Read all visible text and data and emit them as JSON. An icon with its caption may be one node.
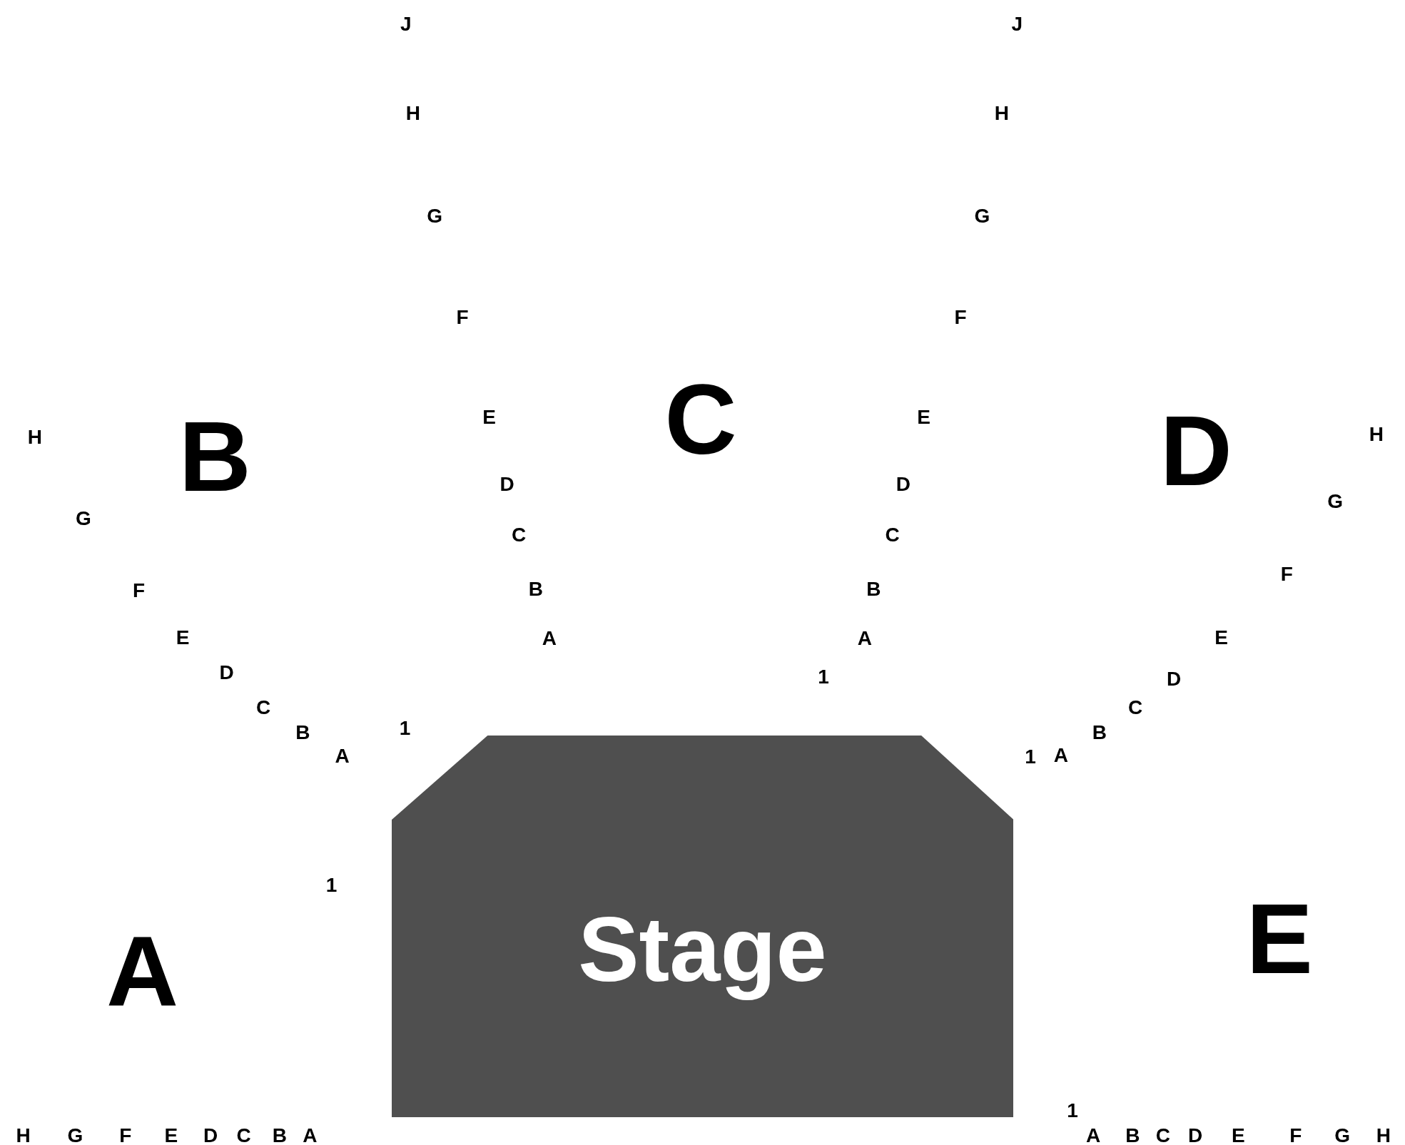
{
  "diagram": {
    "nodes": [
      {
        "text": [
          "Stage"
        ]
      }
    ],
    "labels": [
      "J",
      "J",
      "H",
      "H",
      "G",
      "G",
      "F",
      "F",
      "E",
      "C",
      "E",
      "H",
      "B",
      "D",
      "H",
      "D",
      "D",
      "G",
      "G",
      "C",
      "C",
      "F",
      "F",
      "B",
      "B",
      "E",
      "A",
      "A",
      "E",
      "D",
      "1",
      "D",
      "C",
      "C",
      "B",
      "1",
      "B",
      "A",
      "1",
      "A",
      "1",
      "E",
      "A",
      "1",
      "H",
      "G",
      "F",
      "E",
      "D",
      "C",
      "B",
      "A",
      "A",
      "B",
      "C",
      "D",
      "E",
      "F",
      "G",
      "H"
    ]
  }
}
